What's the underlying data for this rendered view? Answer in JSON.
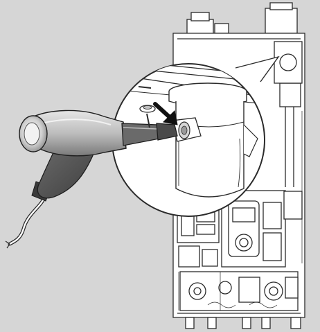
{
  "illustration": {
    "subject": "heater-manifold-removal-with-heat-gun",
    "colors": {
      "background": "#d6d6d6",
      "unit_fill": "#ffffff",
      "line": "#2b2b2b",
      "gun_light": "#cfcfcf",
      "gun_dark": "#5a5a5a",
      "arrow": "#111111"
    },
    "parts": [
      {
        "id": "water-heater",
        "icon": "appliance-outline"
      },
      {
        "id": "detail-magnifier",
        "icon": "zoom-callout"
      },
      {
        "id": "heat-gun",
        "icon": "heat-gun"
      },
      {
        "id": "pointer-arrow",
        "icon": "arrow-down-right"
      }
    ]
  }
}
